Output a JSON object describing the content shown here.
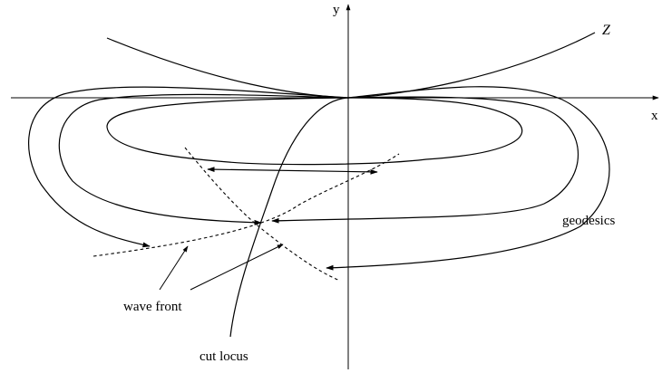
{
  "labels": {
    "y_axis": "y",
    "x_axis": "x",
    "surface": "Z",
    "geodesics": "geodesics",
    "wave_front": "wave front",
    "cut_locus": "cut locus"
  },
  "colors": {
    "stroke": "#000000",
    "background": "#ffffff"
  }
}
